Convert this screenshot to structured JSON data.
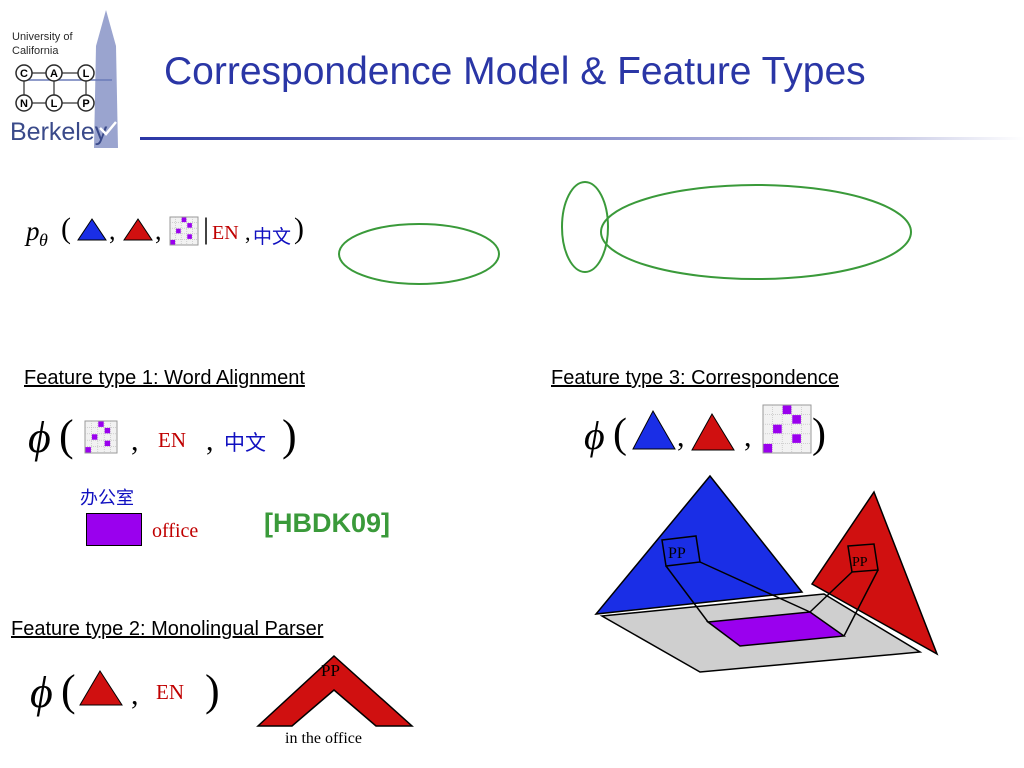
{
  "logo": {
    "line1": "University of",
    "line2": "California",
    "nodes": [
      "C",
      "A",
      "L",
      "N",
      "L",
      "P"
    ],
    "wordmark": "Berkeley"
  },
  "title": "Correspondence Model & Feature Types",
  "model": {
    "p": "p",
    "theta": "θ",
    "open": "(",
    "close": ")",
    "comma": ",",
    "bar": "|",
    "en": "EN",
    "zh": "中文"
  },
  "feature1": {
    "title": "Feature type 1: Word Alignment",
    "phi": "ϕ",
    "en": "EN",
    "zh": "中文",
    "word_zh": "办公室",
    "word_en": "office",
    "citation": "[HBDK09]"
  },
  "feature2": {
    "title": "Feature type 2: Monolingual Parser",
    "phi": "ϕ",
    "en": "EN",
    "pp": "PP",
    "phrase": "in the office"
  },
  "feature3": {
    "title": "Feature type 3: Correspondence",
    "phi": "ϕ",
    "pp_blue": "PP",
    "pp_red": "PP"
  },
  "colors": {
    "title_blue": "#2a36a6",
    "tri_blue": "#1a2ee6",
    "tri_red": "#d01010",
    "purple": "#9a00ee",
    "ellipse": "#3a9a3a",
    "citation": "#3a9a3a",
    "en_red": "#c00000",
    "zh_blue": "#1010c0"
  }
}
